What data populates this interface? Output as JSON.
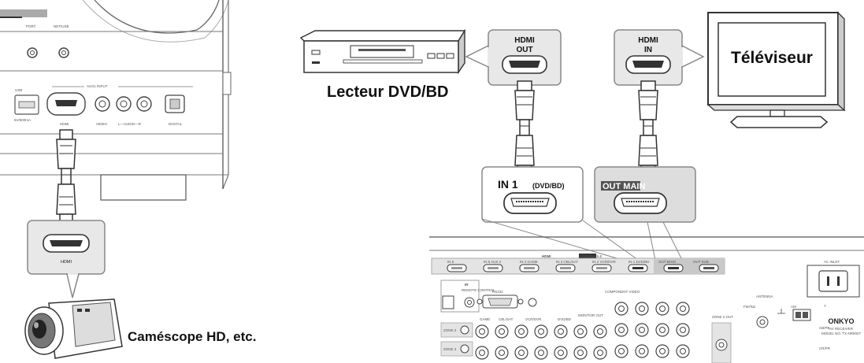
{
  "devices": {
    "dvd_player_label": "Lecteur DVD/BD",
    "tv_label": "Téléviseur",
    "camcorder_label": "Caméscope HD, etc."
  },
  "callouts": {
    "dvd_hdmi_out": "HDMI\nOUT",
    "tv_hdmi_in": "HDMI\nIN",
    "camcorder_hdmi": "HDMI",
    "receiver_in1": "IN 1",
    "receiver_in1_sub": "(DVD/BD)",
    "receiver_out_main": "OUT MAIN"
  },
  "front_panel": {
    "port": "PORT",
    "net_usb": "NET/USB",
    "usb": "USB",
    "usb_power": "5V/500mA",
    "aux1_input": "AUX1 INPUT",
    "hdmi": "HDMI",
    "video": "VIDEO",
    "audio": "L—AUDIO—R",
    "digital": "DIGITAL"
  },
  "rear_panel": {
    "hdmi_header": "HDMI",
    "assignable": "ASSIGNABLE",
    "hdmi_inputs": [
      {
        "label": "IN 6",
        "sub": ""
      },
      {
        "label": "IN 5",
        "sub": "AUX 2"
      },
      {
        "label": "IN 4",
        "sub": "GAME"
      },
      {
        "label": "IN 3",
        "sub": "CBL/SAT"
      },
      {
        "label": "IN 2",
        "sub": "VCR/DVR"
      },
      {
        "label": "IN 1",
        "sub": "DVD/BD"
      }
    ],
    "out_main": "OUT MAIN",
    "out_sub": "OUT SUB",
    "ac_inlet": "AC INLET",
    "ir": "IR",
    "remote_control": "REMOTE CONTROL",
    "rs232": "RS232",
    "component_video": "COMPONENT VIDEO",
    "game": "GAME",
    "cbl_sat": "CBL/SAT",
    "vcr_dvr": "VCR/DVR",
    "dvd_bd": "DVD/BD",
    "monitor_out": "MONITOR OUT",
    "zone2": "ZONE 2",
    "zone3": "ZONE 3",
    "zone2_out": "ZONE 2 OUT",
    "antenna": "ANTENNA",
    "fm75": "FM75Ω",
    "am": "AM",
    "brand": "ONKYO",
    "model_line1": "AV RECEIVER",
    "model_line2": "MODEL NO. TX-NR5007",
    "y": "Y",
    "pb": "CB/PB",
    "pr": "CR/PR"
  }
}
